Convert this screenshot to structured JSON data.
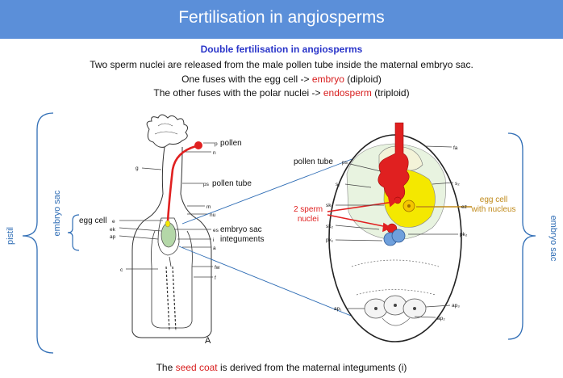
{
  "title": "Fertilisation in angiosperms",
  "subtitle": "Double fertilisation in angiosperms",
  "intro": "Two sperm nuclei are released from the male pollen tube inside the maternal embryo sac.",
  "line_embryo": {
    "pre": "One fuses with the egg cell -> ",
    "highlight": "embryo",
    "post": " (diploid)"
  },
  "line_endosperm": {
    "pre": "The other fuses with the polar nuclei -> ",
    "highlight": "endosperm",
    "post": " (triploid)"
  },
  "footer": {
    "pre": "The ",
    "highlight": "seed coat",
    "post": " is derived from the maternal integuments (i)"
  },
  "left_labels": {
    "pistil": "pistil",
    "embryo_sac": "embryo sac",
    "egg_cell": "egg cell",
    "pollen": "pollen",
    "pollen_tube": "pollen tube",
    "embryo_sac_integuments_1": "embryo sac",
    "embryo_sac_integuments_2": "integuments",
    "figure_letter": "A",
    "codes": {
      "p": "p",
      "n": "n",
      "g": "g",
      "ps": "ps",
      "m": "m",
      "nu": "nu",
      "e": "e",
      "ek": "ek",
      "ap": "ap",
      "es": "es",
      "i": "i",
      "a": "a",
      "c": "c",
      "fw": "fw",
      "f": "f"
    }
  },
  "right_labels": {
    "pollen_tube": "pollen tube",
    "sperm_1": "2 sperm",
    "sperm_2": "nuclei",
    "egg_1": "egg cell",
    "egg_2": "with nucleus",
    "embryo_sac": "embryo sac",
    "codes": {
      "ps": "ps",
      "fa": "fa",
      "s1": "s₁",
      "s2": "s₂",
      "sk1": "sk₁",
      "sk2": "sk₂",
      "pk1": "pk₁",
      "pk2": "pk₂",
      "ez": "ez",
      "ap1": "ap₁",
      "ap3": "ap₃",
      "ap2": "ap₂"
    }
  },
  "colors": {
    "title_bar": "#5b8fd9",
    "subtitle": "#2a35c9",
    "highlight": "#d81e1e",
    "brace": "#2f6db5",
    "egg_label": "#c08a1a",
    "sperm_red": "#e02020",
    "egg_yellow": "#f4e800"
  }
}
